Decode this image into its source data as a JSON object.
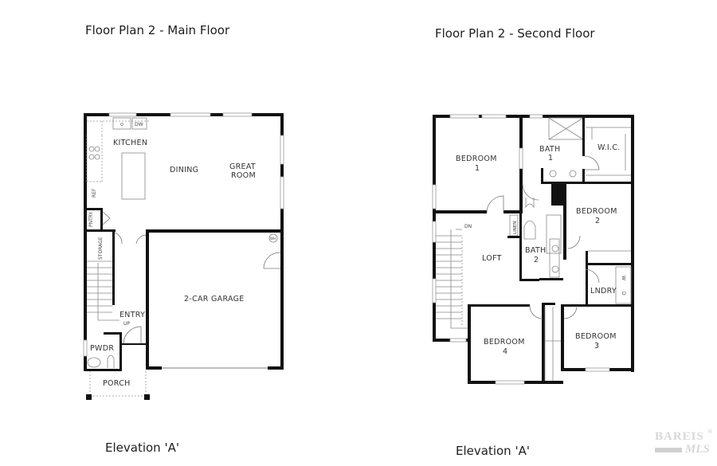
{
  "main_floor": {
    "title": "Floor Plan 2 - Main Floor",
    "elevation": "Elevation 'A'",
    "rooms": {
      "kitchen": "KITCHEN",
      "dining": "DINING",
      "great_room_line1": "GREAT",
      "great_room_line2": "ROOM",
      "garage": "2-CAR GARAGE",
      "entry": "ENTRY",
      "powder": "PWDR",
      "porch": "PORCH",
      "pantry": "PNTRY",
      "storage": "STORAGE",
      "refrigerator": "REF",
      "dishwasher": "DW",
      "water_heater": "WH",
      "stair_up": "UP"
    }
  },
  "second_floor": {
    "title": "Floor Plan 2 - Second Floor",
    "elevation": "Elevation 'A'",
    "rooms": {
      "bedroom1_line1": "BEDROOM",
      "bedroom1_line2": "1",
      "bath1_line1": "BATH",
      "bath1_line2": "1",
      "wic": "W.I.C.",
      "bedroom2_line1": "BEDROOM",
      "bedroom2_line2": "2",
      "linen": "LINEN",
      "loft": "LOFT",
      "bath2_line1": "BATH",
      "bath2_line2": "2",
      "laundry": "LNDRY",
      "washer": "W",
      "dryer": "D",
      "bedroom3_line1": "BEDROOM",
      "bedroom3_line2": "3",
      "bedroom4_line1": "BEDROOM",
      "bedroom4_line2": "4",
      "stair_down": "DN"
    }
  },
  "watermark": {
    "line1": "BAREIS",
    "line2": "MLS",
    "registered": "®"
  }
}
